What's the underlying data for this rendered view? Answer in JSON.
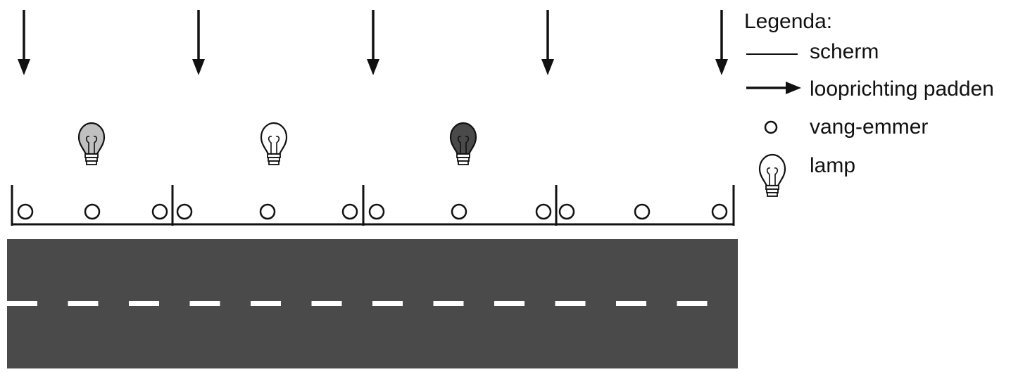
{
  "legend": {
    "title": "Legenda:",
    "items": [
      {
        "symbol": "line",
        "label": "scherm"
      },
      {
        "symbol": "arrow",
        "label": "looprichting padden"
      },
      {
        "symbol": "circle",
        "label": "vang-emmer"
      },
      {
        "symbol": "bulb",
        "label": "lamp"
      }
    ]
  },
  "arrows_count": 5,
  "sections": [
    {
      "lamp": "grey",
      "buckets": 3
    },
    {
      "lamp": "white",
      "buckets": 3
    },
    {
      "lamp": "dark",
      "buckets": 3
    },
    {
      "lamp": "none",
      "buckets": 3
    }
  ],
  "colors": {
    "road": "#4a4a4a",
    "road_dash": "#ffffff",
    "lamp_grey": "#c0c0c0",
    "lamp_white": "#ffffff",
    "lamp_dark": "#4a4a4a",
    "ink": "#111111"
  }
}
